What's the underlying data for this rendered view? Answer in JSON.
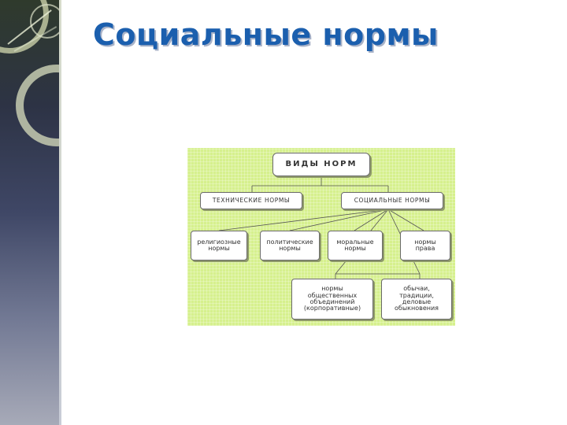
{
  "slide": {
    "title": "Социальные нормы"
  },
  "diagram": {
    "root": "ВИДЫ НОРМ",
    "level1": [
      "ТЕХНИЧЕСКИЕ НОРМЫ",
      "СОЦИАЛЬНЫЕ НОРМЫ"
    ],
    "social_children": [
      "религиозные\nнормы",
      "политические\nнормы",
      "моральные\nнормы",
      "нормы\nправа"
    ],
    "sub_children": [
      "нормы\nобщественных\nобъединений\n(корпоративные)",
      "обычаи,\nтрадиции,\nделовые\nобыкновения"
    ],
    "colors": {
      "background": "#d6f08d",
      "box": "#ffffff",
      "title": "#1b5fae"
    }
  }
}
